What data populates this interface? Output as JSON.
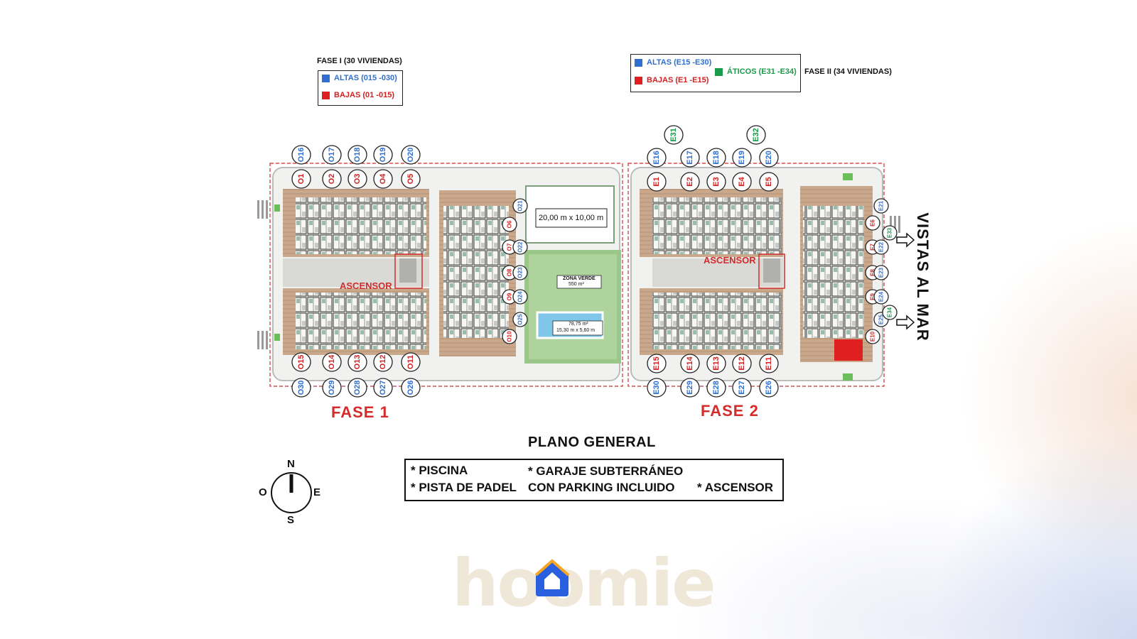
{
  "legends": {
    "fase1": {
      "heading": "FASE I (30 VIVIENDAS)",
      "altas": "ALTAS (015 -030)",
      "bajas": "BAJAS (01 -015)"
    },
    "fase2": {
      "heading": "FASE II (34 VIVIENDAS)",
      "altas": "ALTAS (E15 -E30)",
      "bajas": "BAJAS (E1 -E15)",
      "aticos": "ÁTICOS (E31 -E34)"
    }
  },
  "plan": {
    "padel_court": "20,00 m x 10,00 m",
    "green_zone_name": "ZONA VERDE",
    "green_zone_area": "550 m²",
    "pool_area": "78,75 m²",
    "pool_dims": "15,30 m x 5,60 m",
    "ascensor_1": "ASCENSOR",
    "ascensor_2": "ASCENSOR"
  },
  "units": {
    "f1_top_altas": [
      "O16",
      "O17",
      "O18",
      "O19",
      "O20"
    ],
    "f1_top_bajas": [
      "O1",
      "O2",
      "O3",
      "O4",
      "O5"
    ],
    "f1_bottom_bajas": [
      "O15",
      "O14",
      "O13",
      "O12",
      "O11"
    ],
    "f1_bottom_altas": [
      "O30",
      "O29",
      "O28",
      "O27",
      "O26"
    ],
    "f1_right_bajas": [
      "O6",
      "O7",
      "O8",
      "O9",
      "O10"
    ],
    "f1_right_altas": [
      "O21",
      "O22",
      "O23",
      "O24",
      "O25"
    ],
    "f2_aticos_top": [
      "E31",
      "E32"
    ],
    "f2_top_altas": [
      "E16",
      "E17",
      "E18",
      "E19",
      "E20"
    ],
    "f2_top_bajas": [
      "E1",
      "E2",
      "E3",
      "E4",
      "E5"
    ],
    "f2_bottom_bajas": [
      "E15",
      "E14",
      "E13",
      "E12",
      "E11"
    ],
    "f2_bottom_altas": [
      "E30",
      "E29",
      "E28",
      "E27",
      "E26"
    ],
    "f2_right_bajas": [
      "E6",
      "E7",
      "E8",
      "E9",
      "E10"
    ],
    "f2_right_altas": [
      "E21",
      "E22",
      "E23",
      "E24",
      "E25"
    ],
    "f2_right_aticos": [
      "E33",
      "E34"
    ]
  },
  "labels": {
    "fase1": "FASE 1",
    "fase2": "FASE 2",
    "vistas": "VISTAS AL MAR",
    "plano_general": "PLANO GENERAL"
  },
  "features": {
    "piscina": "* PISCINA",
    "padel": "* PISTA DE PADEL",
    "garaje_1": "* GARAJE SUBTERRÁNEO",
    "garaje_2": "CON PARKING INCLUIDO",
    "ascensor": "* ASCENSOR"
  },
  "compass": {
    "n": "N",
    "s": "S",
    "e": "E",
    "o": "O"
  },
  "brand": {
    "name": "hoomie"
  },
  "colors": {
    "altas": "#2f6fd0",
    "bajas": "#d42020",
    "aticos": "#1a9a4a",
    "fase_label": "#d42b2b"
  }
}
